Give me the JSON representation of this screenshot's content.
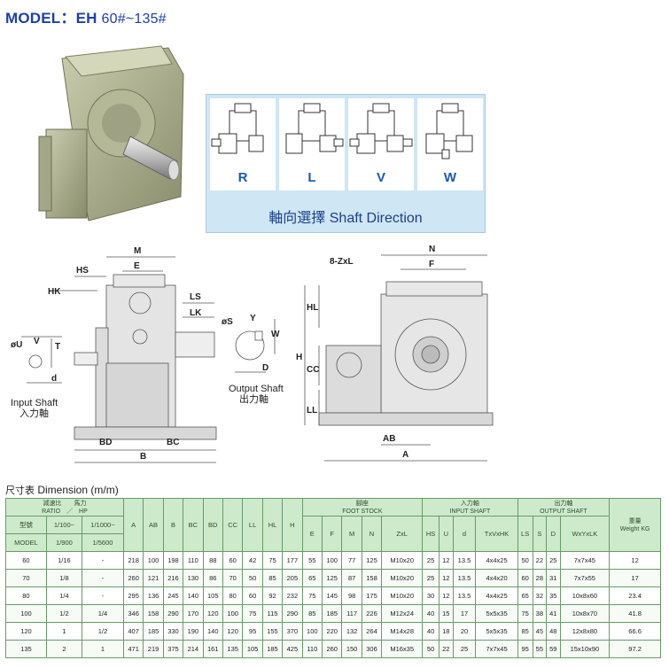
{
  "title": {
    "model": "MODEL：EH",
    "range": "60#~135#"
  },
  "shaft_direction": {
    "options": [
      "R",
      "L",
      "V",
      "W"
    ],
    "caption": "軸向選擇 Shaft Direction"
  },
  "drawing_labels": {
    "side": [
      "HS",
      "M",
      "E",
      "HK",
      "LS",
      "LK",
      "øU",
      "V",
      "T",
      "d",
      "BD",
      "BC",
      "B"
    ],
    "output": [
      "øS",
      "Y",
      "W",
      "D"
    ],
    "output_caption": [
      "Output Shaft",
      "出力軸"
    ],
    "input_caption": [
      "Input Shaft",
      "入力軸"
    ],
    "front": [
      "8-ZxL",
      "N",
      "F",
      "H",
      "HL",
      "CC",
      "LL",
      "AB",
      "A"
    ]
  },
  "table_title": {
    "cn": "尺寸表",
    "en": "Dimension (m/m)"
  },
  "table": {
    "h1": {
      "ratio_label": "減速比　　馬力",
      "ratio_sub": "RATIO　／　HP",
      "model_cn": "型號",
      "r1": "1/100~",
      "r2": "1/1000~",
      "ratio_hp_1": "1/900",
      "ratio_hp_2": "1/5600",
      "model_en": "MODEL",
      "cols": [
        "A",
        "AB",
        "B",
        "BC",
        "BD",
        "CC",
        "LL",
        "HL",
        "H"
      ],
      "foot_cn": "腳座",
      "foot_en": "FOOT STOCK",
      "input_cn": "入力軸",
      "input_en": "INPUT SHAFT",
      "output_cn": "出力軸",
      "output_en": "OUTPUT SHAFT",
      "weight_cn": "重量",
      "weight_en": "Weight KG"
    },
    "foot_cols": [
      "E",
      "F",
      "M",
      "N",
      "ZxL"
    ],
    "input_cols": [
      "HS",
      "U",
      "d",
      "TxVxHK"
    ],
    "output_cols": [
      "LS",
      "S",
      "D",
      "WxYxLK"
    ],
    "rows": [
      [
        "60",
        "1/16",
        "-",
        "218",
        "100",
        "198",
        "110",
        "88",
        "60",
        "42",
        "75",
        "177",
        "55",
        "100",
        "77",
        "125",
        "M10x20",
        "25",
        "12",
        "13.5",
        "4x4x25",
        "50",
        "22",
        "25",
        "7x7x45",
        "12"
      ],
      [
        "70",
        "1/8",
        "-",
        "260",
        "121",
        "216",
        "130",
        "86",
        "70",
        "50",
        "85",
        "205",
        "65",
        "125",
        "87",
        "158",
        "M10x20",
        "25",
        "12",
        "13.5",
        "4x4x20",
        "60",
        "28",
        "31",
        "7x7x55",
        "17"
      ],
      [
        "80",
        "1/4",
        "-",
        "295",
        "136",
        "245",
        "140",
        "105",
        "80",
        "60",
        "92",
        "232",
        "75",
        "145",
        "98",
        "175",
        "M10x20",
        "30",
        "12",
        "13.5",
        "4x4x25",
        "65",
        "32",
        "35",
        "10x8x60",
        "23.4"
      ],
      [
        "100",
        "1/2",
        "1/4",
        "346",
        "158",
        "290",
        "170",
        "120",
        "100",
        "75",
        "115",
        "290",
        "85",
        "185",
        "117",
        "226",
        "M12x24",
        "40",
        "15",
        "17",
        "5x5x35",
        "75",
        "38",
        "41",
        "10x8x70",
        "41.8"
      ],
      [
        "120",
        "1",
        "1/2",
        "407",
        "185",
        "330",
        "190",
        "140",
        "120",
        "95",
        "155",
        "370",
        "100",
        "220",
        "132",
        "264",
        "M14x28",
        "40",
        "18",
        "20",
        "5x5x35",
        "85",
        "45",
        "48",
        "12x8x80",
        "66.6"
      ],
      [
        "135",
        "2",
        "1",
        "471",
        "219",
        "375",
        "214",
        "161",
        "135",
        "105",
        "185",
        "425",
        "110",
        "260",
        "150",
        "306",
        "M16x35",
        "50",
        "22",
        "25",
        "7x7x45",
        "95",
        "55",
        "59",
        "15x10x90",
        "97.2"
      ]
    ]
  }
}
